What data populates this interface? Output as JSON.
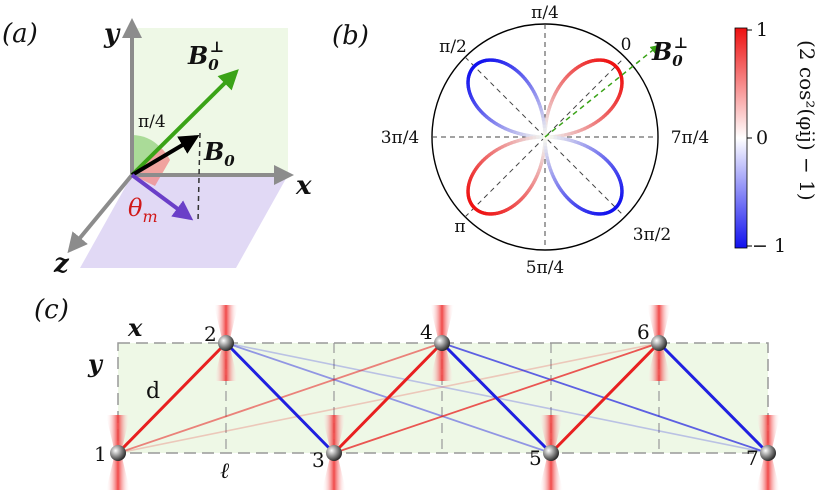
{
  "panel_a": {
    "label": "(a)",
    "axis_y": "y",
    "axis_x": "x",
    "axis_z": "z",
    "vec_b0_perp": "B",
    "vec_b0_perp_sub": "0",
    "vec_b0_perp_sup": "⊥",
    "vec_b0": "B",
    "vec_b0_sub": "0",
    "angle_label": "π/4",
    "theta": "θ",
    "theta_sub": "m",
    "colors": {
      "axis": "#8c8c8c",
      "green_plane": "#eef8e6",
      "purple_plane": "#e0d8f4",
      "green_vec": "#3aa317",
      "purple_vec": "#6a3fc8",
      "red_arc": "#f08d8d",
      "green_arc": "#9ed68a"
    }
  },
  "panel_b": {
    "label": "(b)",
    "angle_labels": {
      "top": "π/4",
      "top_left": "π/2",
      "top_right": "0",
      "left": "3π/4",
      "right": "7π/4",
      "bottom_left": "π",
      "bottom_right": "3π/2",
      "bottom": "5π/4"
    },
    "b_perp": "B",
    "b_perp_sub": "0",
    "b_perp_sup": "⊥",
    "colorbar": {
      "max": "1",
      "mid": "0",
      "min": "− 1",
      "label": "(2 cos²(φij) − 1)",
      "color_pos": "#ee1111",
      "color_neg": "#1111ee"
    }
  },
  "panel_c": {
    "label": "(c)",
    "axis_x": "x",
    "axis_y": "y",
    "d_label": "d",
    "ell_label": "ℓ",
    "sites": [
      "1",
      "2",
      "3",
      "4",
      "5",
      "6",
      "7"
    ],
    "colors": {
      "box_fill": "#eef8e6",
      "bond_pos": "#e82020",
      "bond_neg": "#2020e0"
    }
  }
}
